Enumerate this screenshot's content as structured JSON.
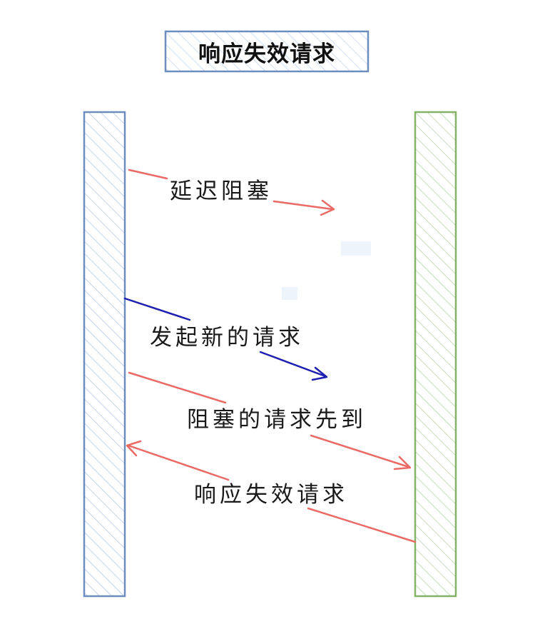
{
  "title": "响应失效请求",
  "colors": {
    "client": "#6c8ebf",
    "server": "#82b366",
    "red_arrow": "#ea6b66",
    "blue_arrow": "#1f1fb0",
    "title_border": "#6c8ebf"
  },
  "arrows": [
    {
      "label": "延迟阻塞",
      "color": "red"
    },
    {
      "label": "发起新的请求",
      "color": "blue"
    },
    {
      "label": "阻塞的请求先到",
      "color": "red"
    },
    {
      "label": "响应失效请求",
      "color": "red"
    }
  ]
}
